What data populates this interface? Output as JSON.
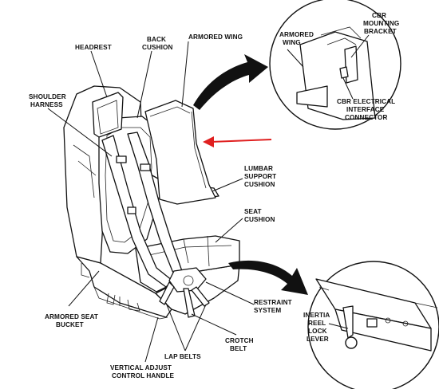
{
  "labels": {
    "headrest": [
      "HEADREST"
    ],
    "back_cushion": [
      "BACK",
      "CUSHION"
    ],
    "armored_wing": [
      "ARMORED WING"
    ],
    "shoulder_harness": [
      "SHOULDER",
      "HARNESS"
    ],
    "lumbar_support": [
      "LUMBAR",
      "SUPPORT",
      "CUSHION"
    ],
    "seat_cushion": [
      "SEAT",
      "CUSHION"
    ],
    "armored_seat_bucket": [
      "ARMORED SEAT",
      "BUCKET"
    ],
    "restraint_system": [
      "RESTRAINT",
      "SYSTEM"
    ],
    "crotch_belt": [
      "CROTCH",
      "BELT"
    ],
    "lap_belts": [
      "LAP BELTS"
    ],
    "vertical_adjust": [
      "VERTICAL ADJUST",
      "CONTROL HANDLE"
    ]
  },
  "detail_top": {
    "armored_wing": [
      "ARMORED",
      "WING"
    ],
    "cbr_bracket": [
      "CBR",
      "MOUNTING",
      "BRACKET"
    ],
    "cbr_connector": [
      "CBR ELECTRICAL",
      "INTERFACE",
      "CONNECTOR"
    ]
  },
  "detail_bottom": {
    "inertia_reel": [
      "INERTIA",
      "REEL",
      "LOCK",
      "LEVER"
    ]
  },
  "colors": {
    "ink": "#111111",
    "red_arrow": "#e02020",
    "background": "#ffffff"
  }
}
